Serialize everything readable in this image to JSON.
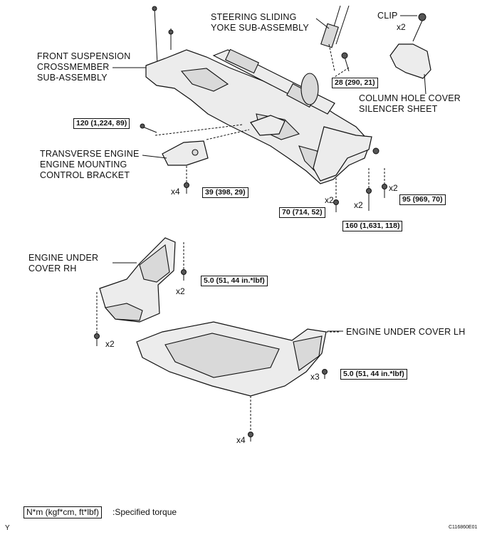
{
  "labels": {
    "steering_yoke": [
      "STEERING SLIDING",
      "YOKE SUB-ASSEMBLY"
    ],
    "clip": "CLIP",
    "crossmember": [
      "FRONT SUSPENSION",
      "CROSSMEMBER",
      "SUB-ASSEMBLY"
    ],
    "column_cover": [
      "COLUMN HOLE COVER",
      "SILENCER SHEET"
    ],
    "bracket": [
      "TRANSVERSE ENGINE",
      "ENGINE MOUNTING",
      "CONTROL BRACKET"
    ],
    "cover_rh": [
      "ENGINE UNDER",
      "COVER RH"
    ],
    "cover_lh": "ENGINE UNDER COVER LH"
  },
  "torques": {
    "t28": "28 (290, 21)",
    "t120": "120 (1,224, 89)",
    "t39": "39 (398, 29)",
    "t70": "70 (714, 52)",
    "t95": "95 (969, 70)",
    "t160": "160 (1,631, 118)",
    "t5a": "5.0 (51, 44 in.*lbf)",
    "t5b": "5.0 (51, 44 in.*lbf)"
  },
  "quantities": {
    "clip": "x2",
    "bracket_bolts": "x4",
    "q70": "x2",
    "q160": "x2",
    "q95": "x2",
    "rh_top": "x2",
    "rh_bottom": "x2",
    "lh": "x3",
    "bottom": "x4"
  },
  "legend": {
    "unit": "N*m (kgf*cm, ft*lbf)",
    "desc": ":Specified torque"
  },
  "corner_letter": "Y",
  "figure_id": "C116860E01"
}
